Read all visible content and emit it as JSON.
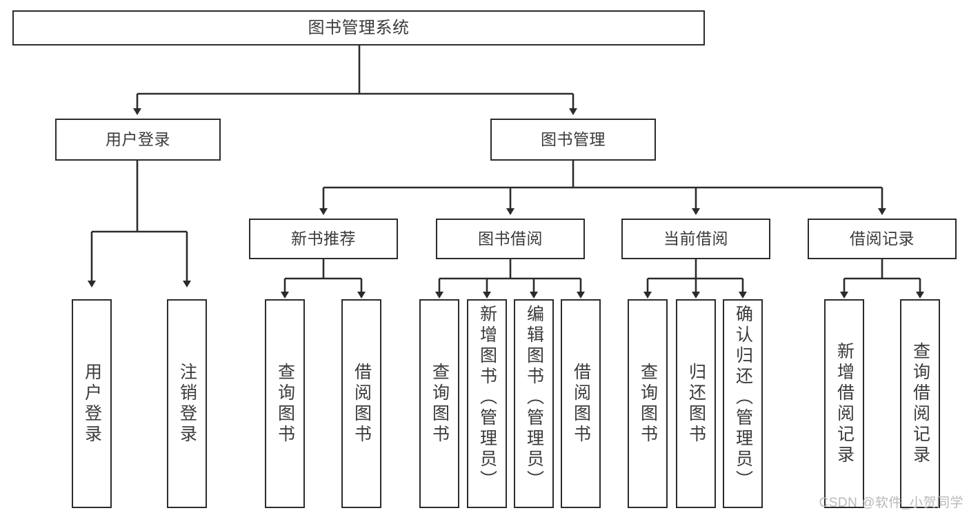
{
  "diagram": {
    "type": "tree-flowchart",
    "title": "图书管理系统",
    "nodes": {
      "root": {
        "label": "图书管理系统"
      },
      "level2": [
        {
          "id": "user-login",
          "label": "用户登录"
        },
        {
          "id": "book-manage",
          "label": "图书管理"
        }
      ],
      "level3": [
        {
          "id": "new-book-recommend",
          "label": "新书推荐"
        },
        {
          "id": "book-borrow",
          "label": "图书借阅"
        },
        {
          "id": "current-borrow",
          "label": "当前借阅"
        },
        {
          "id": "borrow-record",
          "label": "借阅记录"
        }
      ],
      "leaves": {
        "user_login": [
          {
            "id": "leaf-user-login",
            "label": "用户登录"
          },
          {
            "id": "leaf-logout",
            "label": "注销登录"
          }
        ],
        "new_book_recommend": [
          {
            "id": "leaf-query-book-1",
            "label": "查询图书"
          },
          {
            "id": "leaf-borrow-book-1",
            "label": "借阅图书"
          }
        ],
        "book_borrow": [
          {
            "id": "leaf-query-book-2",
            "label": "查询图书"
          },
          {
            "id": "leaf-add-book",
            "label": "新增图书（管理员）"
          },
          {
            "id": "leaf-edit-book",
            "label": "编辑图书（管理员）"
          },
          {
            "id": "leaf-borrow-book-2",
            "label": "借阅图书"
          }
        ],
        "current_borrow": [
          {
            "id": "leaf-query-book-3",
            "label": "查询图书"
          },
          {
            "id": "leaf-return-book",
            "label": "归还图书"
          },
          {
            "id": "leaf-confirm-return",
            "label": "确认归还（管理员）"
          }
        ],
        "borrow_record": [
          {
            "id": "leaf-add-record",
            "label": "新增借阅记录"
          },
          {
            "id": "leaf-query-record",
            "label": "查询借阅记录"
          }
        ]
      }
    },
    "style": {
      "border_color": "#2b2b2b",
      "text_color": "#3a3a3a",
      "background": "#ffffff",
      "edge_color": "#2b2b2b"
    }
  },
  "watermark": {
    "text": "CSDN @软件_小贺同学"
  }
}
